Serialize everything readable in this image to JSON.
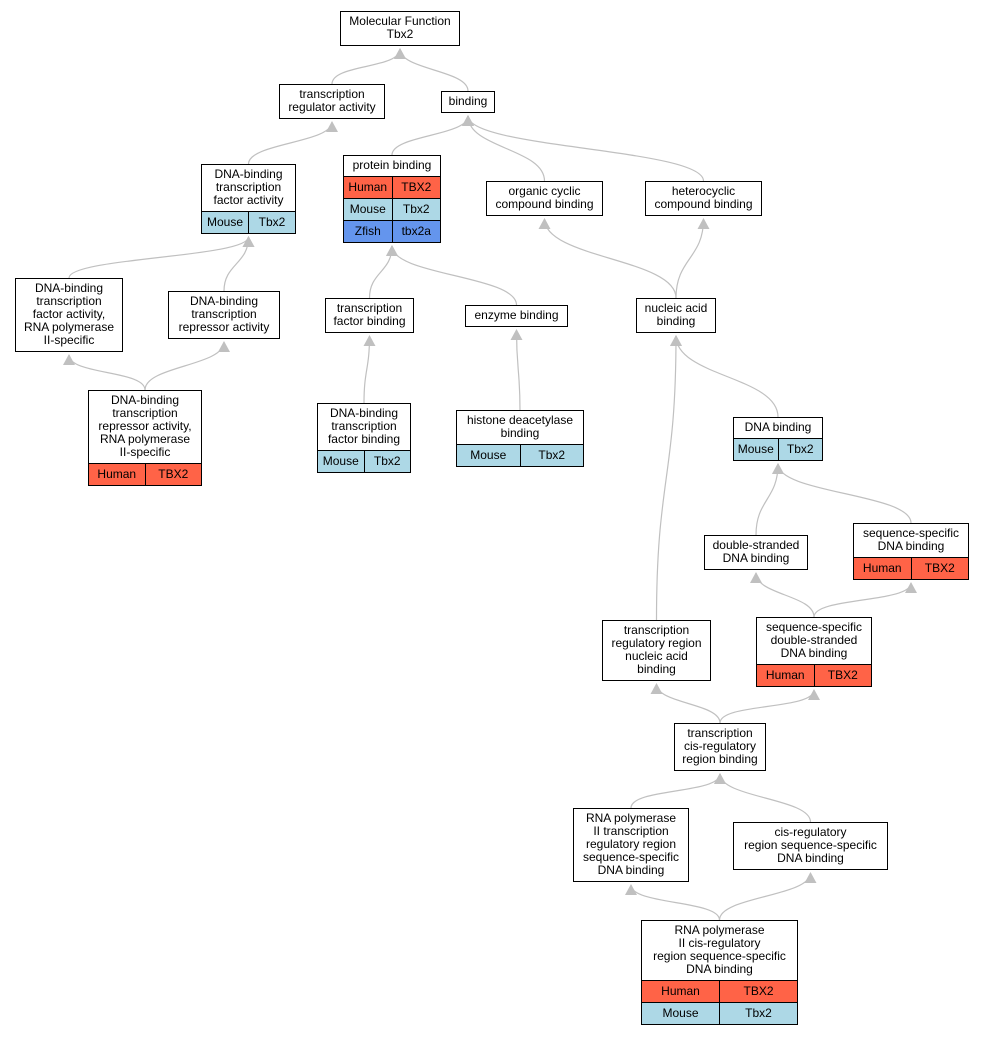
{
  "colors": {
    "human": "#ff6347",
    "mouse": "#add8e6",
    "zfish": "#6495ed",
    "edge": "#c0c0c0",
    "border": "#000000",
    "background": "#ffffff"
  },
  "nodes": {
    "molecular_function": {
      "label": "Molecular Function\nTbx2",
      "rows": []
    },
    "transcription_regulator_activity": {
      "label": "transcription\nregulator activity",
      "rows": []
    },
    "binding": {
      "label": "binding",
      "rows": []
    },
    "dna_binding_tf_activity": {
      "label": "DNA-binding\ntranscription\nfactor activity",
      "rows": [
        {
          "species": "Mouse",
          "gene": "Tbx2"
        }
      ]
    },
    "protein_binding": {
      "label": "protein binding",
      "rows": [
        {
          "species": "Human",
          "gene": "TBX2"
        },
        {
          "species": "Mouse",
          "gene": "Tbx2"
        },
        {
          "species": "Zfish",
          "gene": "tbx2a"
        }
      ]
    },
    "organic_cyclic_compound_binding": {
      "label": "organic cyclic\ncompound binding",
      "rows": []
    },
    "heterocyclic_compound_binding": {
      "label": "heterocyclic\ncompound binding",
      "rows": []
    },
    "dna_binding_tf_activity_rnap2": {
      "label": "DNA-binding\ntranscription\nfactor activity,\nRNA polymerase\nII-specific",
      "rows": []
    },
    "dna_binding_tf_repressor_activity": {
      "label": "DNA-binding\ntranscription\nrepressor activity",
      "rows": []
    },
    "transcription_factor_binding": {
      "label": "transcription\nfactor binding",
      "rows": []
    },
    "enzyme_binding": {
      "label": "enzyme binding",
      "rows": []
    },
    "nucleic_acid_binding": {
      "label": "nucleic acid\nbinding",
      "rows": []
    },
    "dna_binding_tf_repressor_activity_rnap2": {
      "label": "DNA-binding\ntranscription\nrepressor activity,\nRNA polymerase\nII-specific",
      "rows": [
        {
          "species": "Human",
          "gene": "TBX2"
        }
      ]
    },
    "dna_binding_tf_binding": {
      "label": "DNA-binding\ntranscription\nfactor binding",
      "rows": [
        {
          "species": "Mouse",
          "gene": "Tbx2"
        }
      ]
    },
    "histone_deacetylase_binding": {
      "label": "histone deacetylase\nbinding",
      "rows": [
        {
          "species": "Mouse",
          "gene": "Tbx2"
        }
      ]
    },
    "dna_binding": {
      "label": "DNA binding",
      "rows": [
        {
          "species": "Mouse",
          "gene": "Tbx2"
        }
      ]
    },
    "double_stranded_dna_binding": {
      "label": "double-stranded\nDNA binding",
      "rows": []
    },
    "sequence_specific_dna_binding": {
      "label": "sequence-specific\nDNA binding",
      "rows": [
        {
          "species": "Human",
          "gene": "TBX2"
        }
      ]
    },
    "transcription_regulatory_region_nucleic_acid_binding": {
      "label": "transcription\nregulatory region\nnucleic acid\nbinding",
      "rows": []
    },
    "sequence_specific_ds_dna_binding": {
      "label": "sequence-specific\ndouble-stranded\nDNA binding",
      "rows": [
        {
          "species": "Human",
          "gene": "TBX2"
        }
      ]
    },
    "transcription_cis_regulatory_region_binding": {
      "label": "transcription\ncis-regulatory\nregion binding",
      "rows": []
    },
    "rnap2_transcription_regulatory_region_ss_dna_binding": {
      "label": "RNA polymerase\nII transcription\nregulatory region\nsequence-specific\nDNA binding",
      "rows": []
    },
    "cis_regulatory_region_ss_dna_binding": {
      "label": "cis-regulatory\nregion sequence-specific\nDNA binding",
      "rows": []
    },
    "rnap2_cis_regulatory_region_ss_dna_binding": {
      "label": "RNA polymerase\nII cis-regulatory\nregion sequence-specific\nDNA binding",
      "rows": [
        {
          "species": "Human",
          "gene": "TBX2"
        },
        {
          "species": "Mouse",
          "gene": "Tbx2"
        }
      ]
    }
  },
  "edges": [
    {
      "from": "transcription_regulator_activity",
      "to": "molecular_function"
    },
    {
      "from": "binding",
      "to": "molecular_function"
    },
    {
      "from": "dna_binding_tf_activity",
      "to": "transcription_regulator_activity"
    },
    {
      "from": "protein_binding",
      "to": "binding"
    },
    {
      "from": "organic_cyclic_compound_binding",
      "to": "binding"
    },
    {
      "from": "heterocyclic_compound_binding",
      "to": "binding"
    },
    {
      "from": "dna_binding_tf_activity_rnap2",
      "to": "dna_binding_tf_activity"
    },
    {
      "from": "dna_binding_tf_repressor_activity",
      "to": "dna_binding_tf_activity"
    },
    {
      "from": "dna_binding_tf_repressor_activity_rnap2",
      "to": "dna_binding_tf_activity_rnap2"
    },
    {
      "from": "dna_binding_tf_repressor_activity_rnap2",
      "to": "dna_binding_tf_repressor_activity"
    },
    {
      "from": "transcription_factor_binding",
      "to": "protein_binding"
    },
    {
      "from": "enzyme_binding",
      "to": "protein_binding"
    },
    {
      "from": "dna_binding_tf_binding",
      "to": "transcription_factor_binding"
    },
    {
      "from": "histone_deacetylase_binding",
      "to": "enzyme_binding"
    },
    {
      "from": "nucleic_acid_binding",
      "to": "organic_cyclic_compound_binding"
    },
    {
      "from": "nucleic_acid_binding",
      "to": "heterocyclic_compound_binding"
    },
    {
      "from": "dna_binding",
      "to": "nucleic_acid_binding"
    },
    {
      "from": "transcription_regulatory_region_nucleic_acid_binding",
      "to": "nucleic_acid_binding"
    },
    {
      "from": "double_stranded_dna_binding",
      "to": "dna_binding"
    },
    {
      "from": "sequence_specific_dna_binding",
      "to": "dna_binding"
    },
    {
      "from": "sequence_specific_ds_dna_binding",
      "to": "double_stranded_dna_binding"
    },
    {
      "from": "sequence_specific_ds_dna_binding",
      "to": "sequence_specific_dna_binding"
    },
    {
      "from": "transcription_cis_regulatory_region_binding",
      "to": "transcription_regulatory_region_nucleic_acid_binding"
    },
    {
      "from": "transcription_cis_regulatory_region_binding",
      "to": "sequence_specific_ds_dna_binding"
    },
    {
      "from": "rnap2_transcription_regulatory_region_ss_dna_binding",
      "to": "transcription_cis_regulatory_region_binding"
    },
    {
      "from": "cis_regulatory_region_ss_dna_binding",
      "to": "transcription_cis_regulatory_region_binding"
    },
    {
      "from": "rnap2_cis_regulatory_region_ss_dna_binding",
      "to": "rnap2_transcription_regulatory_region_ss_dna_binding"
    },
    {
      "from": "rnap2_cis_regulatory_region_ss_dna_binding",
      "to": "cis_regulatory_region_ss_dna_binding"
    }
  ]
}
